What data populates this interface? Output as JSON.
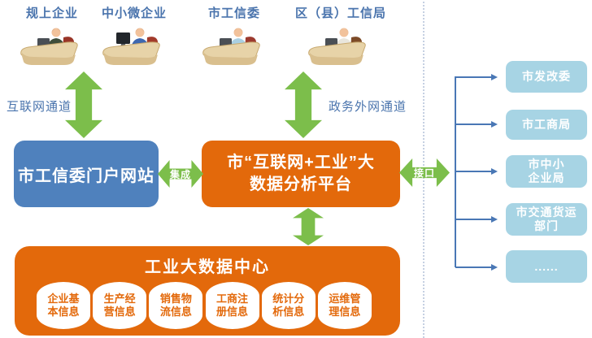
{
  "diagram": {
    "top_entities": [
      {
        "label": "规上企业",
        "icon": "person-at-desk-icon",
        "suit_color": "#3e4d3a",
        "hair_color": "#33220f",
        "chair_color": "#993528",
        "device": "laptop"
      },
      {
        "label": "中小微企业",
        "icon": "person-at-desk-icon",
        "suit_color": "#3e68b0",
        "hair_color": "#4f3318",
        "chair_color": "#a23a2a",
        "device": "monitor"
      },
      {
        "label": "市工信委",
        "icon": "person-at-desk-icon",
        "suit_color": "#a9cfe2",
        "hair_color": "#7a4a26",
        "chair_color": "#9c3a2e",
        "device": "laptop"
      },
      {
        "label": "区（县）工信局",
        "icon": "person-at-desk-icon",
        "suit_color": "#e9e6dd",
        "hair_color": "#8d8d88",
        "chair_color": "#7d4b28",
        "device": "laptop"
      }
    ],
    "channels": [
      {
        "label": "互联网通道"
      },
      {
        "label": "政务外网通道"
      }
    ],
    "portal_box": {
      "label": "市工信委门户网站",
      "color": "#4f81bd"
    },
    "platform_box": {
      "label": "市“互联网+工业”大\n数据分析平台",
      "color": "#e3690b"
    },
    "links": {
      "integration_label": "集成",
      "interface_label": "接口",
      "arrow_color": "#7cbe4b",
      "connector_color": "#4977b5"
    },
    "data_center": {
      "title": "工业大数据中心",
      "color": "#e3690b",
      "databases": [
        "企业基\n本信息",
        "生产经\n营信息",
        "销售物\n流信息",
        "工商注\n册信息",
        "统计分\n析信息",
        "运维管\n理信息"
      ]
    },
    "right_boxes": {
      "color": "#a7d4e4",
      "items": [
        "市发改委",
        "市工商局",
        "市中小\n企业局",
        "市交通货运\n部门",
        "......"
      ]
    }
  }
}
